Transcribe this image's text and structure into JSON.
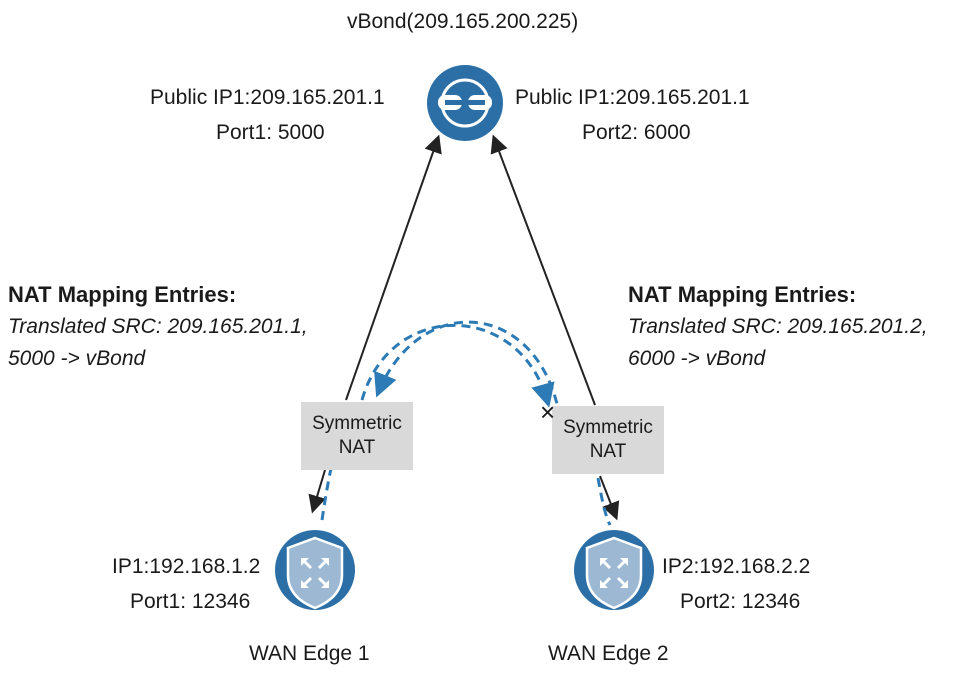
{
  "vbond": {
    "title": "vBond(209.165.200.225)",
    "left_ip": "Public IP1:209.165.201.1",
    "left_port": "Port1: 5000",
    "right_ip": "Public IP1:209.165.201.1",
    "right_port": "Port2: 6000",
    "icon": "vbond-orchestrator-icon"
  },
  "nat_left": {
    "heading": "NAT Mapping Entries:",
    "line1": "Translated SRC: 209.165.201.1,",
    "line2": "5000 -> vBond"
  },
  "nat_right": {
    "heading": "NAT Mapping Entries:",
    "line1": "Translated SRC: 209.165.201.2,",
    "line2": "6000 -> vBond"
  },
  "nat_box_left": {
    "line1": "Symmetric",
    "line2": "NAT"
  },
  "nat_box_right": {
    "line1": "Symmetric",
    "line2": "NAT",
    "blocked_marker": "×"
  },
  "edge1": {
    "ip": "IP1:192.168.1.2",
    "port": "Port1: 12346",
    "name": "WAN Edge 1",
    "icon": "router-shield-icon"
  },
  "edge2": {
    "ip": "IP2:192.168.2.2",
    "port": "Port2: 12346",
    "name": "WAN Edge 2",
    "icon": "router-shield-icon"
  },
  "colors": {
    "device_blue": "#2c6fa6",
    "dashed_blue": "#2c7bb6",
    "arrow_black": "#222222",
    "nat_gray": "#d9d9d9"
  }
}
